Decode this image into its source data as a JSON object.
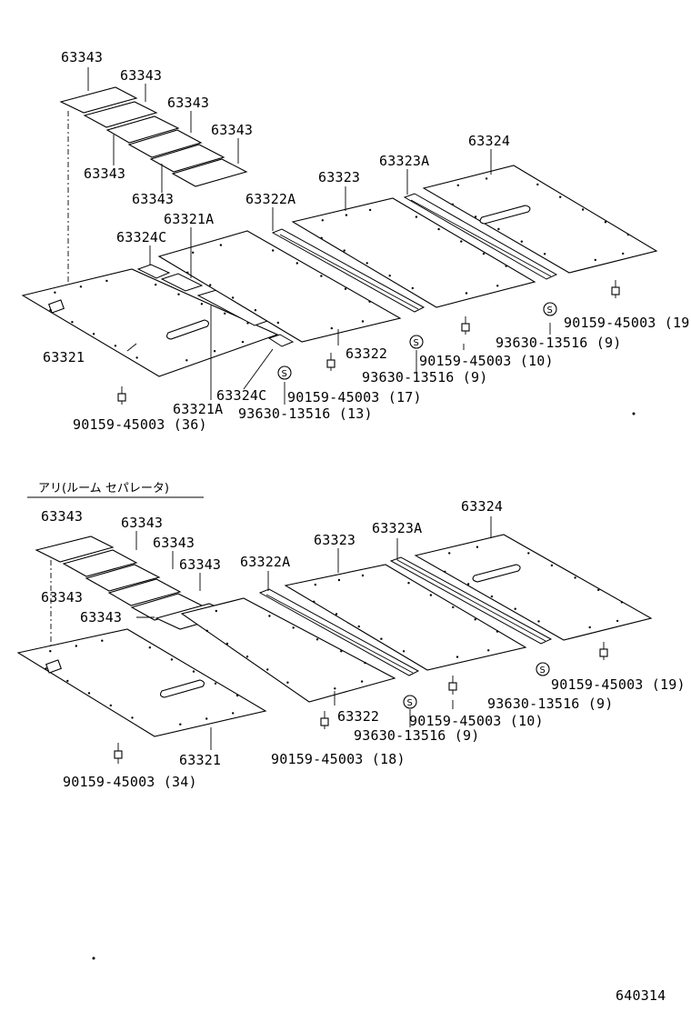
{
  "diagram": {
    "figure_number": "640314",
    "section_caption": "アリ(ルーム セパレータ)",
    "upper": {
      "labels": {
        "p63343_a": "63343",
        "p63343_b": "63343",
        "p63343_c": "63343",
        "p63343_d": "63343",
        "p63343_e": "63343",
        "p63343_f": "63343",
        "p63324": "63324",
        "p63323A": "63323A",
        "p63323": "63323",
        "p63322A": "63322A",
        "p63321A_top": "63321A",
        "p63324C_top": "63324C",
        "p63321": "63321",
        "p63322": "63322",
        "p63324C_bot": "63324C",
        "p63321A_bot": "63321A",
        "bolt_19": "90159-45003 (19)",
        "washer_9a": "93630-13516 (9)",
        "bolt_10": "90159-45003 (10)",
        "washer_9b": "93630-13516 (9)",
        "bolt_17": "90159-45003 (17)",
        "washer_13": "93630-13516 (13)",
        "bolt_36": "90159-45003 (36)"
      }
    },
    "lower": {
      "labels": {
        "p63343_a": "63343",
        "p63343_b": "63343",
        "p63343_c": "63343",
        "p63343_d": "63343",
        "p63343_e": "63343",
        "p63343_f": "63343",
        "p63324": "63324",
        "p63323A": "63323A",
        "p63323": "63323",
        "p63322A": "63322A",
        "p63322": "63322",
        "p63321": "63321",
        "bolt_19": "90159-45003 (19)",
        "washer_9a": "93630-13516 (9)",
        "bolt_10": "90159-45003 (10)",
        "washer_9b": "93630-13516 (9)",
        "bolt_18": "90159-45003 (18)",
        "bolt_34": "90159-45003 (34)"
      }
    },
    "washer_symbol": "S"
  }
}
